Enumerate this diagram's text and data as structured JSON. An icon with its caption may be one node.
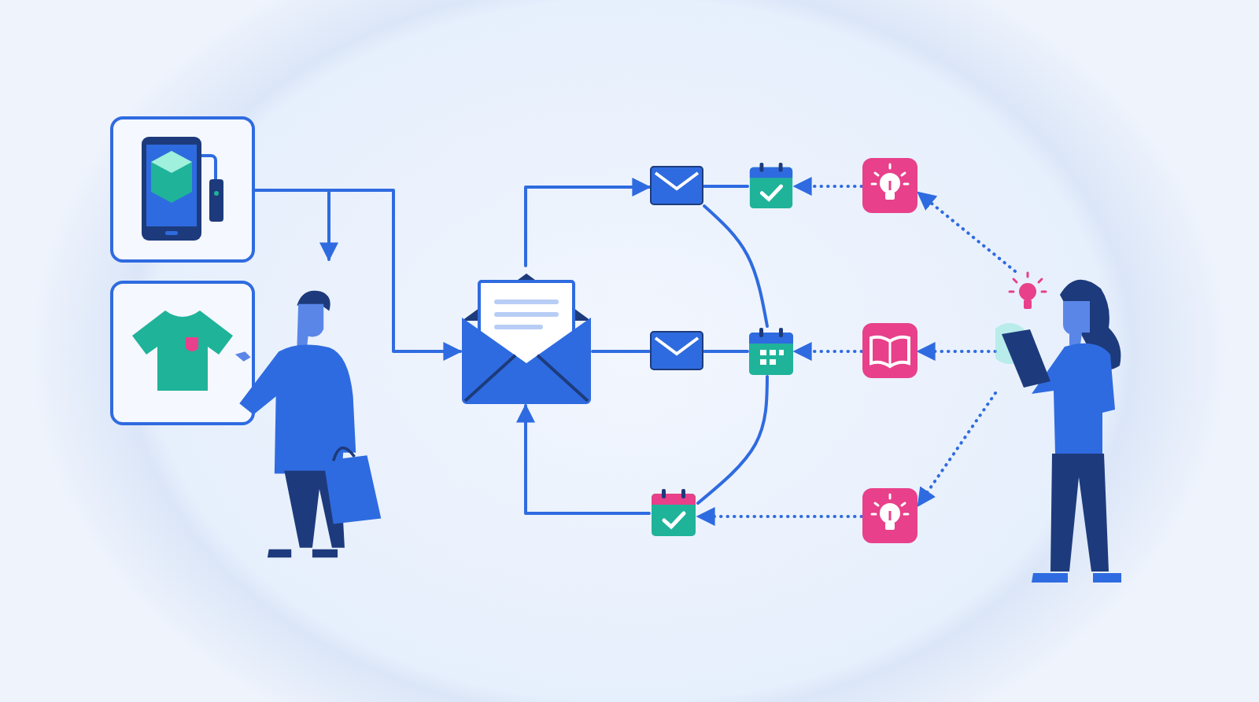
{
  "diagram": {
    "nodes": [
      {
        "text": [],
        "shape": "picture"
      },
      {
        "text": [],
        "shape": "picture"
      },
      {
        "text": [],
        "shape": "person"
      },
      {
        "text": [],
        "shape": "picture"
      },
      {
        "text": [],
        "shape": "picture"
      },
      {
        "text": [],
        "shape": "picture"
      },
      {
        "text": [],
        "shape": "picture"
      },
      {
        "text": [],
        "shape": "picture"
      },
      {
        "text": [],
        "shape": "picture"
      },
      {
        "text": [],
        "shape": "picture"
      },
      {
        "text": [],
        "shape": "picture"
      },
      {
        "text": [],
        "shape": "picture"
      },
      {
        "text": [],
        "shape": "picture"
      },
      {
        "text": [],
        "shape": "person"
      }
    ],
    "edges": [
      {
        "from": 0,
        "to": 2,
        "arrow": "to"
      },
      {
        "from": 0,
        "to": 3,
        "arrow": "to"
      },
      {
        "from": 3,
        "to": 4,
        "arrow": "to"
      },
      {
        "from": 4,
        "to": 5,
        "arrow": "none"
      },
      {
        "from": 6,
        "to": 5,
        "arrow": "to",
        "style": "dashed"
      },
      {
        "from": 4,
        "to": 8,
        "arrow": "none"
      },
      {
        "from": 3,
        "to": 7,
        "arrow": "none"
      },
      {
        "from": 7,
        "to": 8,
        "arrow": "none"
      },
      {
        "from": 9,
        "to": 8,
        "arrow": "to",
        "style": "dashed"
      },
      {
        "from": 13,
        "to": 9,
        "arrow": "to",
        "style": "dashed"
      },
      {
        "from": 12,
        "to": 6,
        "arrow": "to",
        "style": "dashed"
      },
      {
        "from": 13,
        "to": 11,
        "arrow": "to",
        "style": "dashed"
      },
      {
        "from": 11,
        "to": 10,
        "arrow": "to",
        "style": "dashed"
      },
      {
        "from": 8,
        "to": 10,
        "arrow": "none"
      },
      {
        "from": 10,
        "to": 3,
        "arrow": "to"
      }
    ]
  }
}
